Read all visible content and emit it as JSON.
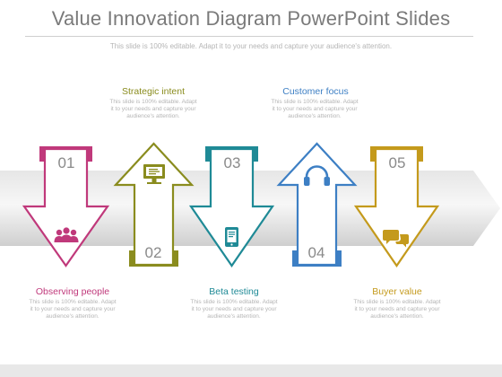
{
  "title": "Value Innovation Diagram PowerPoint Slides",
  "subtitle": "This slide is 100% editable. Adapt it to your needs and capture your audience's attention.",
  "description_text": "This slide is 100% editable. Adapt it to your needs and capture your audience's attention.",
  "steps": [
    {
      "number": "01",
      "label": "Observing people",
      "color": "#c0397b",
      "direction": "down",
      "icon": "people-icon"
    },
    {
      "number": "02",
      "label": "Strategic intent",
      "color": "#8a8c1e",
      "direction": "up",
      "icon": "monitor-icon"
    },
    {
      "number": "03",
      "label": "Beta testing",
      "color": "#1f8a96",
      "direction": "down",
      "icon": "tablet-icon"
    },
    {
      "number": "04",
      "label": "Customer focus",
      "color": "#3d7fc4",
      "direction": "up",
      "icon": "headphones-icon"
    },
    {
      "number": "05",
      "label": "Buyer value",
      "color": "#c49a1c",
      "direction": "down",
      "icon": "chat-icon"
    }
  ]
}
